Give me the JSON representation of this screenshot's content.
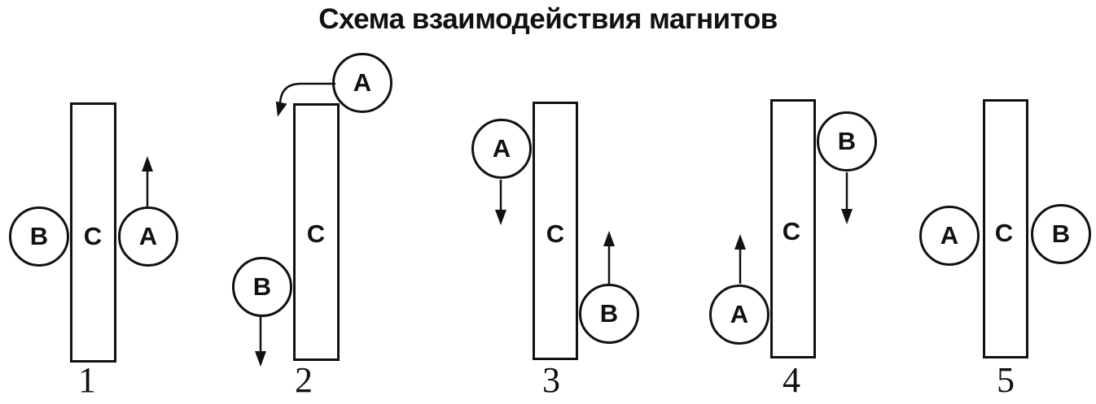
{
  "title": "Схема взаимодействия магнитов",
  "panels": [
    {
      "number": "1",
      "bar_label": "C",
      "magnet_a": "A",
      "magnet_b": "B",
      "a_position": "right-middle",
      "b_position": "left-middle",
      "arrows": [
        {
          "magnet": "A",
          "direction": "up"
        }
      ]
    },
    {
      "number": "2",
      "bar_label": "C",
      "magnet_a": "A",
      "magnet_b": "B",
      "a_position": "top-right-corner",
      "b_position": "left-lower",
      "arrows": [
        {
          "magnet": "A",
          "direction": "curved-left-down"
        },
        {
          "magnet": "B",
          "direction": "down"
        }
      ]
    },
    {
      "number": "3",
      "bar_label": "C",
      "magnet_a": "A",
      "magnet_b": "B",
      "a_position": "left-upper",
      "b_position": "right-lower",
      "arrows": [
        {
          "magnet": "A",
          "direction": "down"
        },
        {
          "magnet": "B",
          "direction": "up"
        }
      ]
    },
    {
      "number": "4",
      "bar_label": "C",
      "magnet_a": "A",
      "magnet_b": "B",
      "a_position": "left-lower",
      "b_position": "right-upper",
      "arrows": [
        {
          "magnet": "A",
          "direction": "up"
        },
        {
          "magnet": "B",
          "direction": "down"
        }
      ]
    },
    {
      "number": "5",
      "bar_label": "C",
      "magnet_a": "A",
      "magnet_b": "B",
      "a_position": "left-middle",
      "b_position": "right-middle",
      "arrows": []
    }
  ]
}
